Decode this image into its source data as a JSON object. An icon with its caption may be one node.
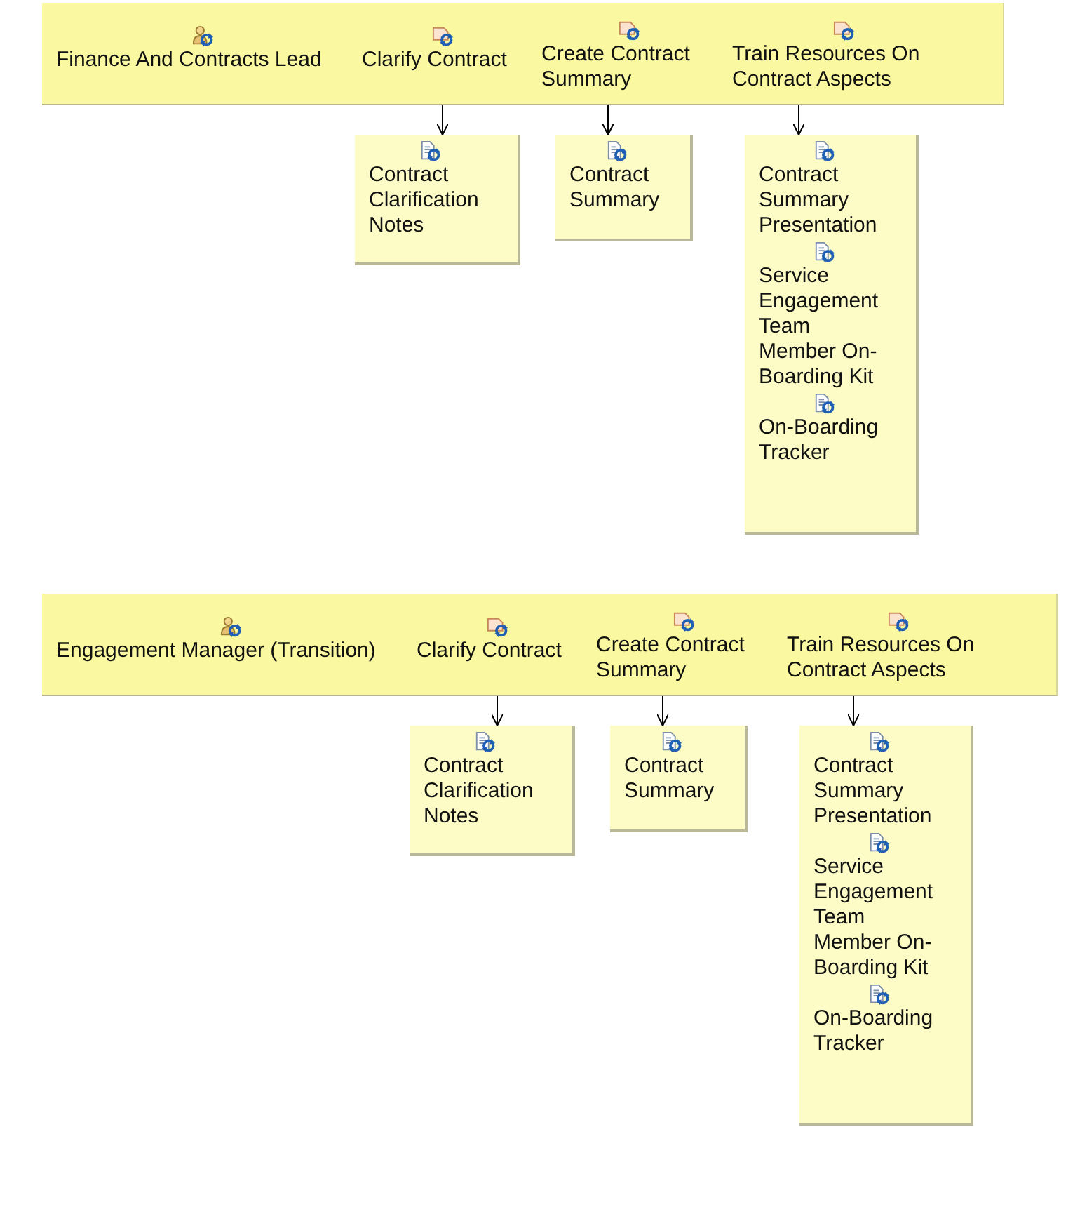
{
  "diagram": {
    "nodes": [
      {
        "text": [],
        "shape": "bar"
      },
      {
        "text": [
          "Finance And Contracts Lead"
        ],
        "in": 0
      },
      {
        "text": [
          "Clarify Contract"
        ],
        "in": 0
      },
      {
        "text": [
          "Create Contract Summary"
        ],
        "in": 0
      },
      {
        "text": [
          "Train Resources On Contract Aspects"
        ],
        "in": 0
      },
      {
        "text": [
          "Contract Clarification Notes"
        ]
      },
      {
        "text": [
          "Contract Summary"
        ]
      },
      {
        "text": [
          "Contract Summary Presentation",
          "Service Engagement Team Member On-Boarding Kit",
          "On-Boarding Tracker"
        ]
      },
      {
        "text": [],
        "shape": "bar"
      },
      {
        "text": [
          "Engagement Manager (Transition)"
        ],
        "in": 8
      },
      {
        "text": [
          "Clarify Contract"
        ],
        "in": 8
      },
      {
        "text": [
          "Create Contract Summary"
        ],
        "in": 8
      },
      {
        "text": [
          "Train Resources On Contract Aspects"
        ],
        "in": 8
      },
      {
        "text": [
          "Contract Clarification Notes"
        ]
      },
      {
        "text": [
          "Contract Summary"
        ]
      },
      {
        "text": [
          "Contract Summary Presentation",
          "Service Engagement Team Member On-Boarding Kit",
          "On-Boarding Tracker"
        ]
      }
    ],
    "edges": [
      {
        "from": 2,
        "to": 5,
        "arrow": "to"
      },
      {
        "from": 3,
        "to": 6,
        "arrow": "to"
      },
      {
        "from": 4,
        "to": 7,
        "arrow": "to"
      },
      {
        "from": 10,
        "to": 13,
        "arrow": "to"
      },
      {
        "from": 11,
        "to": 14,
        "arrow": "to"
      },
      {
        "from": 12,
        "to": 15,
        "arrow": "to"
      }
    ]
  }
}
